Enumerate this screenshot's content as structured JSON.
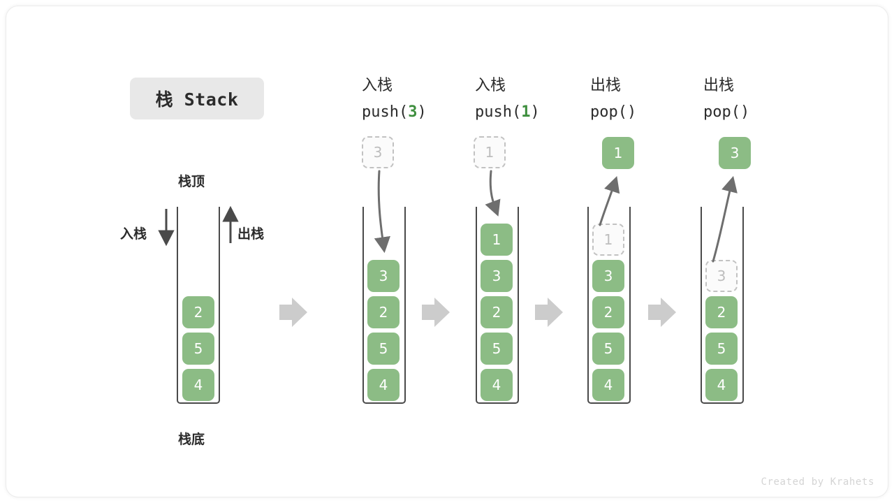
{
  "figure": {
    "title_chip": "栈 Stack",
    "watermark": "Created by Krahets",
    "accent_green": "#8cbc85",
    "ghost_gray": "#bdbdbd",
    "arrow_gray": "#6e6e6e",
    "flow_arrow_gray": "#cccccc"
  },
  "legend_stack": {
    "top_label": "栈顶",
    "bottom_label": "栈底",
    "push_label": "入栈",
    "pop_label": "出栈",
    "cells": [
      {
        "value": "2",
        "state": "solid"
      },
      {
        "value": "5",
        "state": "solid"
      },
      {
        "value": "4",
        "state": "solid"
      }
    ]
  },
  "steps": [
    {
      "id": "push-3",
      "head_cn": "入栈",
      "head_code_prefix": "push(",
      "head_code_num": "3",
      "head_code_suffix": ")",
      "floating": {
        "value": "3",
        "state": "ghost",
        "position": "above"
      },
      "motion": "down-in",
      "cells": [
        {
          "value": "3",
          "state": "solid"
        },
        {
          "value": "2",
          "state": "solid"
        },
        {
          "value": "5",
          "state": "solid"
        },
        {
          "value": "4",
          "state": "solid"
        }
      ]
    },
    {
      "id": "push-1",
      "head_cn": "入栈",
      "head_code_prefix": "push(",
      "head_code_num": "1",
      "head_code_suffix": ")",
      "floating": {
        "value": "1",
        "state": "ghost",
        "position": "above"
      },
      "motion": "down-in",
      "cells": [
        {
          "value": "1",
          "state": "solid"
        },
        {
          "value": "3",
          "state": "solid"
        },
        {
          "value": "2",
          "state": "solid"
        },
        {
          "value": "5",
          "state": "solid"
        },
        {
          "value": "4",
          "state": "solid"
        }
      ]
    },
    {
      "id": "pop-1",
      "head_cn": "出栈",
      "head_code_prefix": "pop(",
      "head_code_num": "",
      "head_code_suffix": ")",
      "floating": {
        "value": "1",
        "state": "solid",
        "position": "above"
      },
      "motion": "up-out",
      "cells": [
        {
          "value": "1",
          "state": "ghost"
        },
        {
          "value": "3",
          "state": "solid"
        },
        {
          "value": "2",
          "state": "solid"
        },
        {
          "value": "5",
          "state": "solid"
        },
        {
          "value": "4",
          "state": "solid"
        }
      ]
    },
    {
      "id": "pop-3",
      "head_cn": "出栈",
      "head_code_prefix": "pop(",
      "head_code_num": "",
      "head_code_suffix": ")",
      "floating": {
        "value": "3",
        "state": "solid",
        "position": "above"
      },
      "motion": "up-out",
      "cells": [
        {
          "value": "3",
          "state": "ghost"
        },
        {
          "value": "2",
          "state": "solid"
        },
        {
          "value": "5",
          "state": "solid"
        },
        {
          "value": "4",
          "state": "solid"
        }
      ]
    }
  ]
}
